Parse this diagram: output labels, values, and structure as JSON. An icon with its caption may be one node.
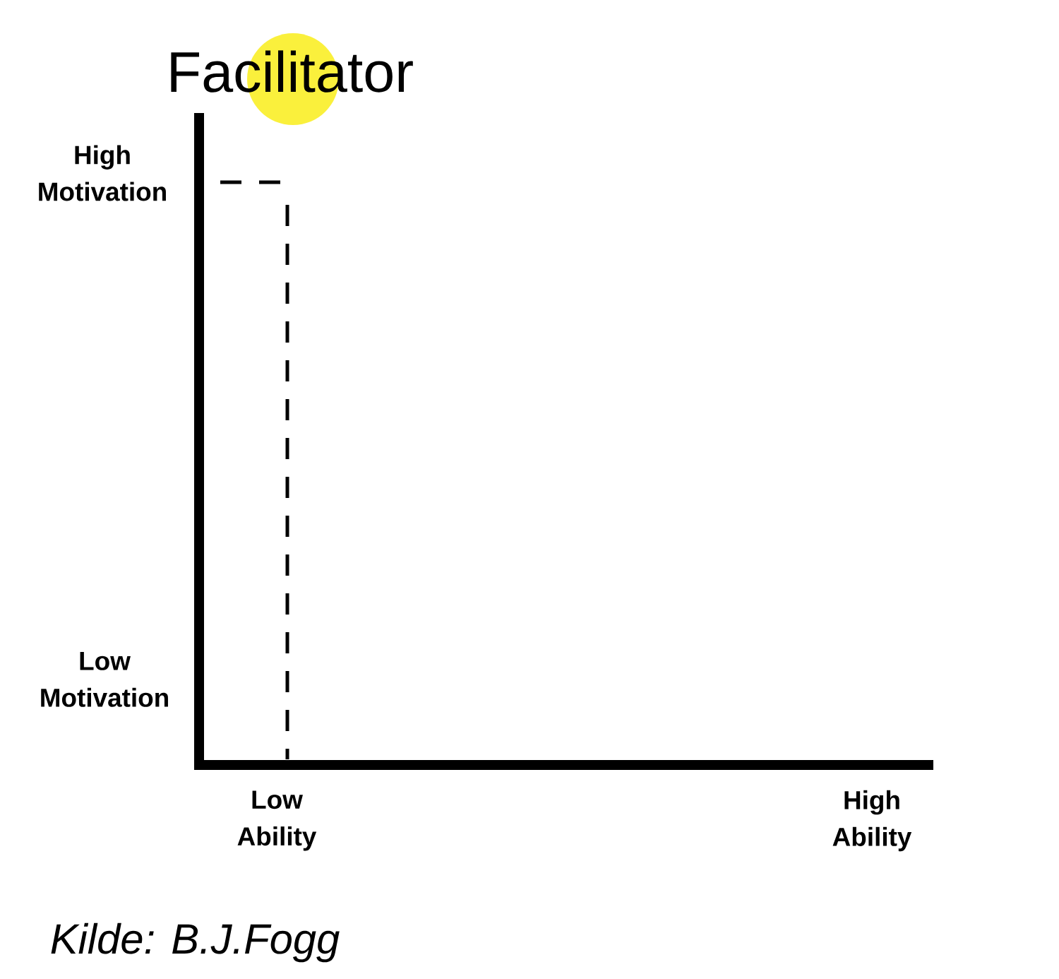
{
  "diagram": {
    "title": "Facilitator",
    "caption": "Kilde: B.J.Fogg",
    "labels": [
      "High Motivation",
      "Low Motivation",
      "Low Ability",
      "High Ability"
    ]
  }
}
